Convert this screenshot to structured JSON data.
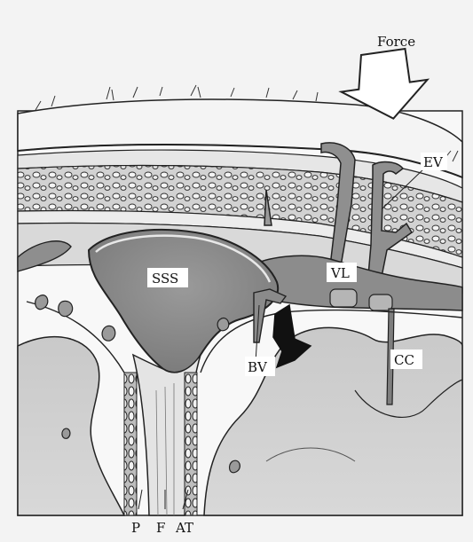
{
  "figure": {
    "labels": {
      "force": "Force",
      "ev": "EV",
      "sss": "SSS",
      "vl": "VL",
      "bv": "BV",
      "cc": "CC",
      "p": "P",
      "f": "F",
      "at": "AT"
    }
  }
}
